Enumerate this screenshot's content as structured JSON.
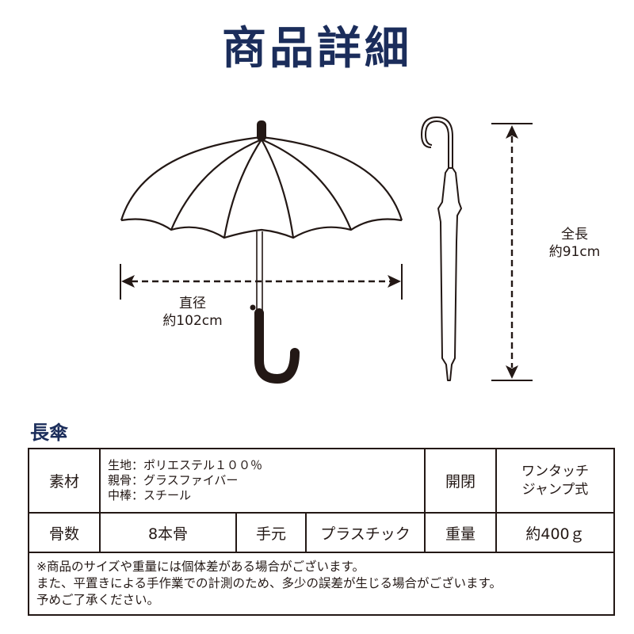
{
  "page": {
    "title": "商品詳細",
    "title_color": "#1b2d5b",
    "text_color": "#231815"
  },
  "diagram": {
    "open_umbrella": {
      "ribs": 8,
      "diameter_label": "直径",
      "diameter_value": "約102cm"
    },
    "closed_umbrella": {
      "length_label": "全長",
      "length_value": "約91cm"
    }
  },
  "section": {
    "title": "長傘"
  },
  "spec_table": {
    "row1": {
      "material_label": "素材",
      "material_lines": [
        "生地：ポリエステル１００％",
        "親骨：グラスファイバー",
        "中棒：スチール"
      ],
      "open_close_label": "開閉",
      "open_close_lines": [
        "ワンタッチ",
        "ジャンプ式"
      ]
    },
    "row2": {
      "ribs_label": "骨数",
      "ribs_value": "8本骨",
      "handle_label": "手元",
      "handle_value": "プラスチック",
      "weight_label": "重量",
      "weight_value": "約400ｇ"
    },
    "notes": [
      "※商品のサイズや重量には個体差がある場合がございます。",
      "また、平置きによる手作業での計測のため、多少の誤差が生じる場合がございます。",
      "予めご了承ください。"
    ]
  }
}
